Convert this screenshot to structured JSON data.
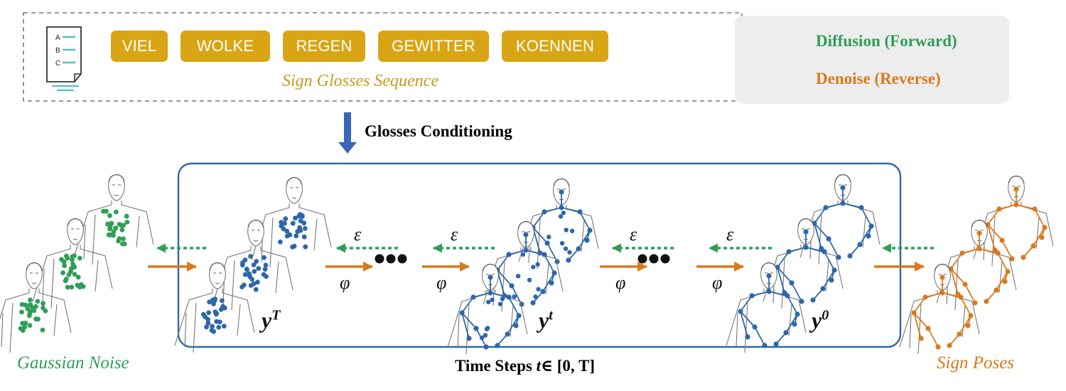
{
  "glosses": [
    "VIEL",
    "WOLKE",
    "REGEN",
    "GEWITTER",
    "KOENNEN"
  ],
  "sequence_caption": "Sign Glosses Sequence",
  "legend": {
    "forward_label": "Diffusion (Forward)",
    "reverse_label": "Denoise (Reverse)"
  },
  "conditioning_label": "Glosses Conditioning",
  "labels": {
    "gaussian_noise": "Gaussian Noise",
    "sign_poses": "Sign Poses",
    "time_steps_prefix": "Time Steps ",
    "time_steps_var": "t",
    "time_steps_range": "∈ [0, T]"
  },
  "symbols": {
    "epsilon": "ε",
    "phi": "φ"
  },
  "states": {
    "y_T": {
      "base": "y",
      "sup": "T"
    },
    "y_t": {
      "base": "y",
      "sup": "t"
    },
    "y_0": {
      "base": "y",
      "sup": "0"
    }
  },
  "ellipsis": "•••",
  "colors": {
    "forward": "#2f9e57",
    "reverse": "#d97a1b",
    "noise_dots": "#2f9e57",
    "model_dots": "#2e67a8",
    "pose_dots": "#d97a1b",
    "gloss_bg": "#d9a514",
    "frame": "#2e6aa7",
    "cond_arrow": "#3a66b8",
    "sequence_caption": "#c49a1c"
  }
}
